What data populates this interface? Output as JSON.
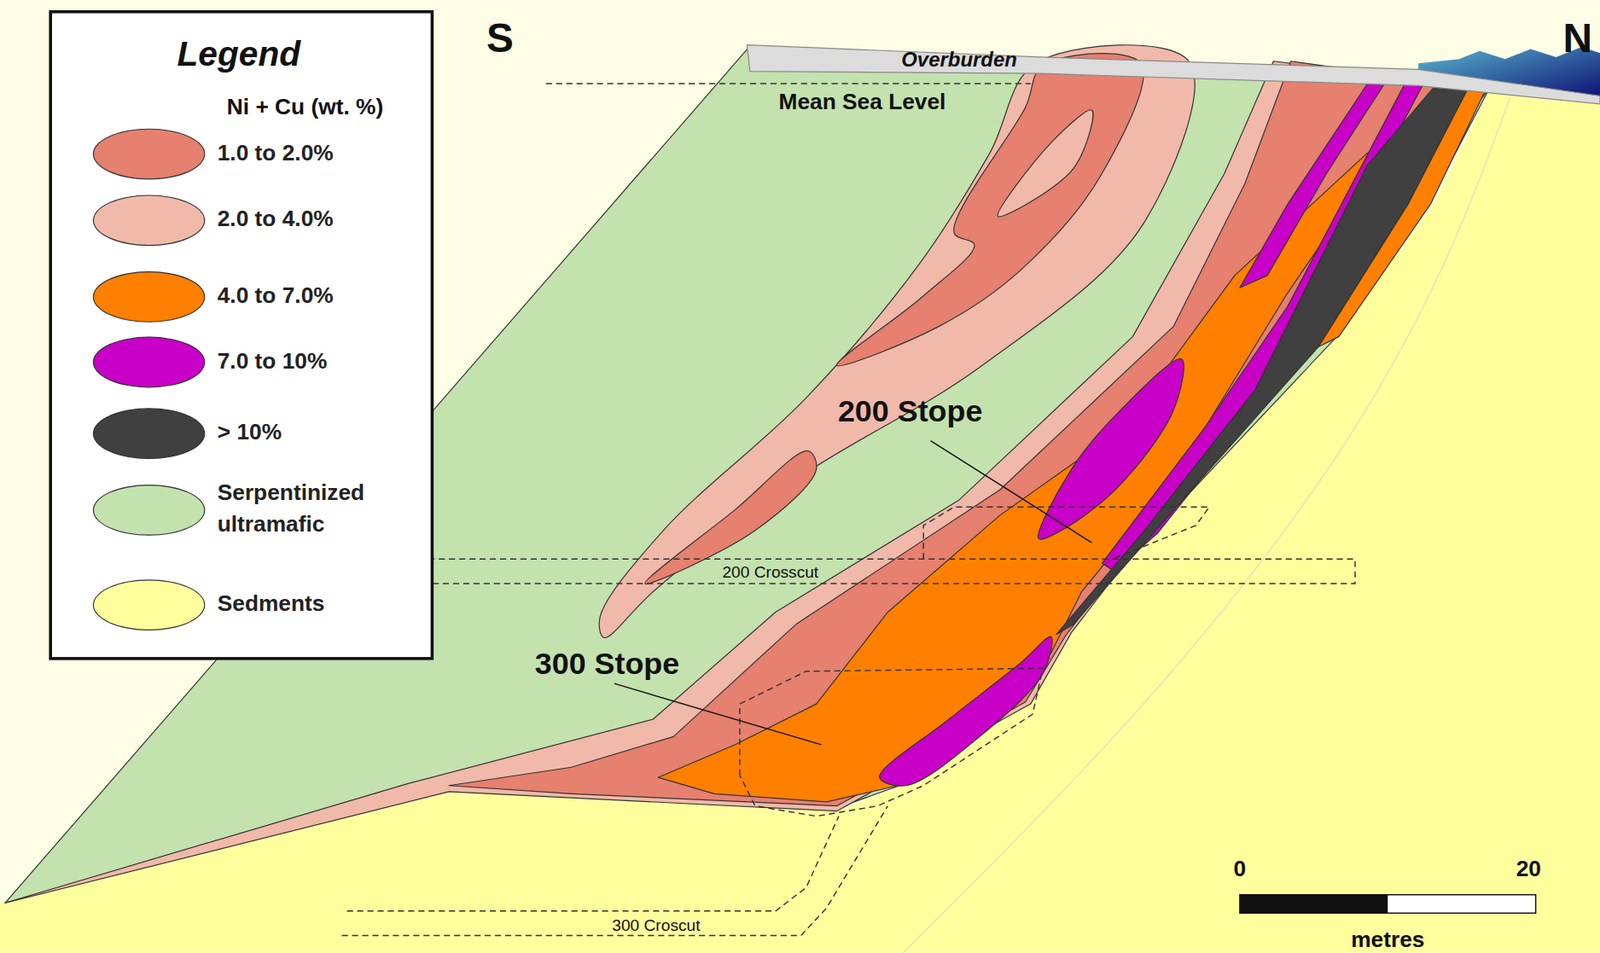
{
  "diagram": {
    "nodes": [
      {
        "text": [
          "Legend",
          "Ni + Cu (wt. %)"
        ]
      }
    ],
    "labels": [
      "S",
      "N",
      "Overburden",
      "Mean Sea Level",
      "200 Stope",
      "300 Stope",
      "200 Crosscut",
      "300 Croscut",
      "0",
      "20",
      "metres"
    ],
    "legend": [
      {
        "text": "1.0 to 2.0%",
        "color": "#e6806f"
      },
      {
        "text": "2.0 to 4.0%",
        "color": "#f1b9aa"
      },
      {
        "text": "4.0 to 7.0%",
        "color": "#ff8000"
      },
      {
        "text": "7.0 to 10%",
        "color": "#c800c8"
      },
      {
        "text": "> 10%",
        "color": "#404040"
      },
      {
        "text": "Serpentinized ultramafic",
        "color": "#c3e2ae"
      },
      {
        "text": "Sedments",
        "color": "#ffff9e"
      }
    ]
  }
}
